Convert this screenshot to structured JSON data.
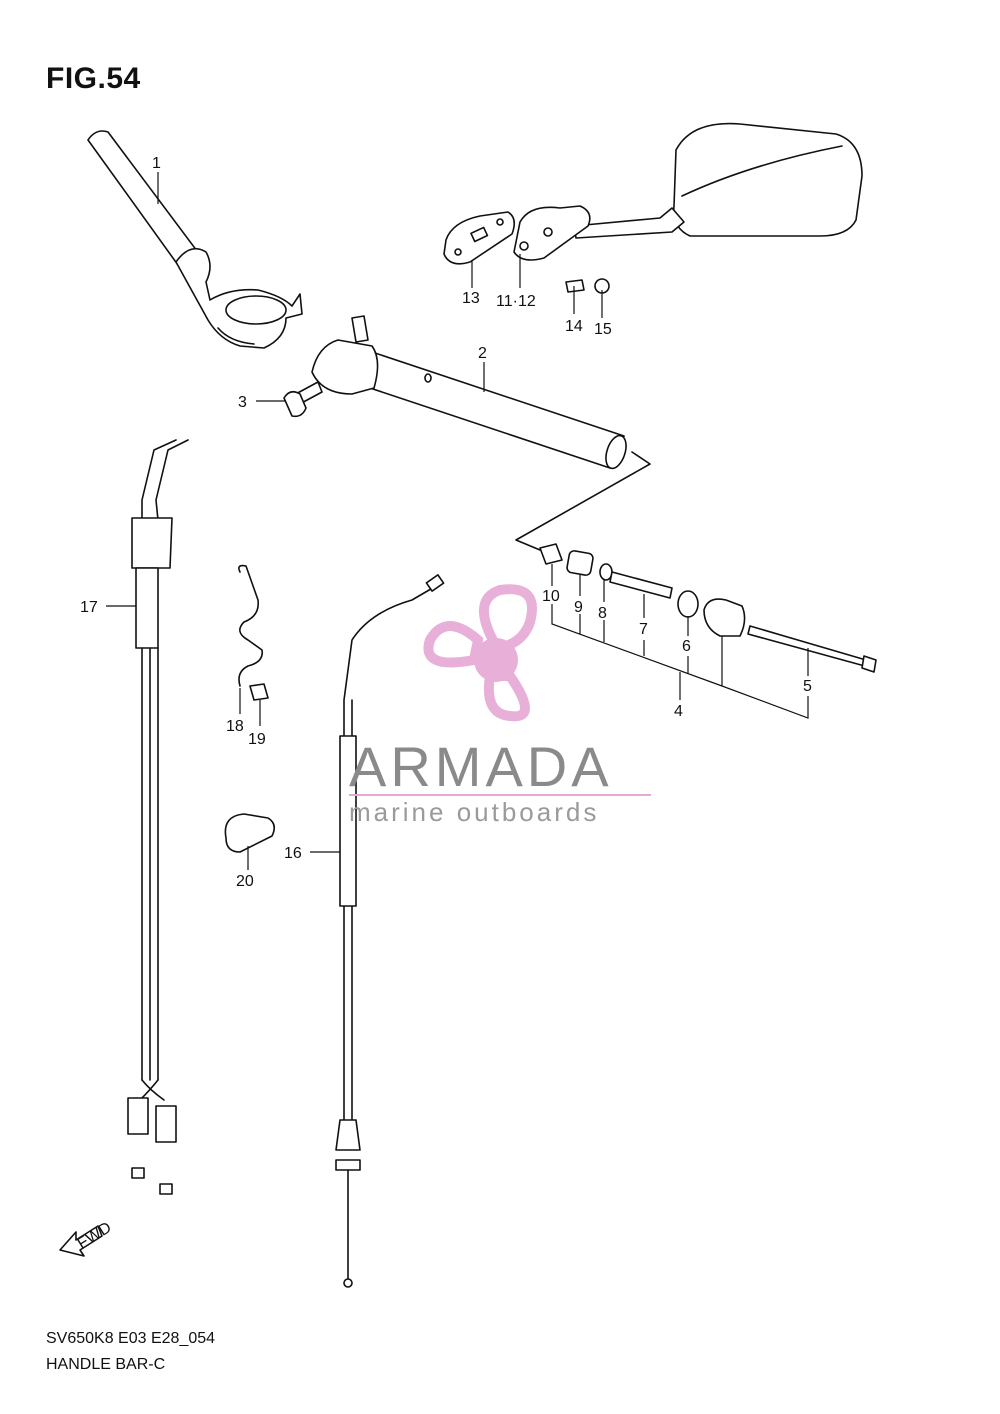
{
  "figure": {
    "title": "FIG.54",
    "code": "SV650K8 E03 E28_054",
    "subtitle": "HANDLE BAR-C"
  },
  "callouts": [
    "1",
    "2",
    "3",
    "4",
    "5",
    "6",
    "7",
    "8",
    "9",
    "10",
    "11·12",
    "13",
    "14",
    "15",
    "16",
    "17",
    "18",
    "19",
    "20"
  ],
  "watermark": {
    "brand": "ARMADA",
    "tagline": "marine outboards",
    "logo_icon": "propeller-logo-icon",
    "accent_color": "#e6a8d4"
  },
  "direction_marker": {
    "label": "FWD",
    "icon": "fwd-arrow-icon"
  }
}
